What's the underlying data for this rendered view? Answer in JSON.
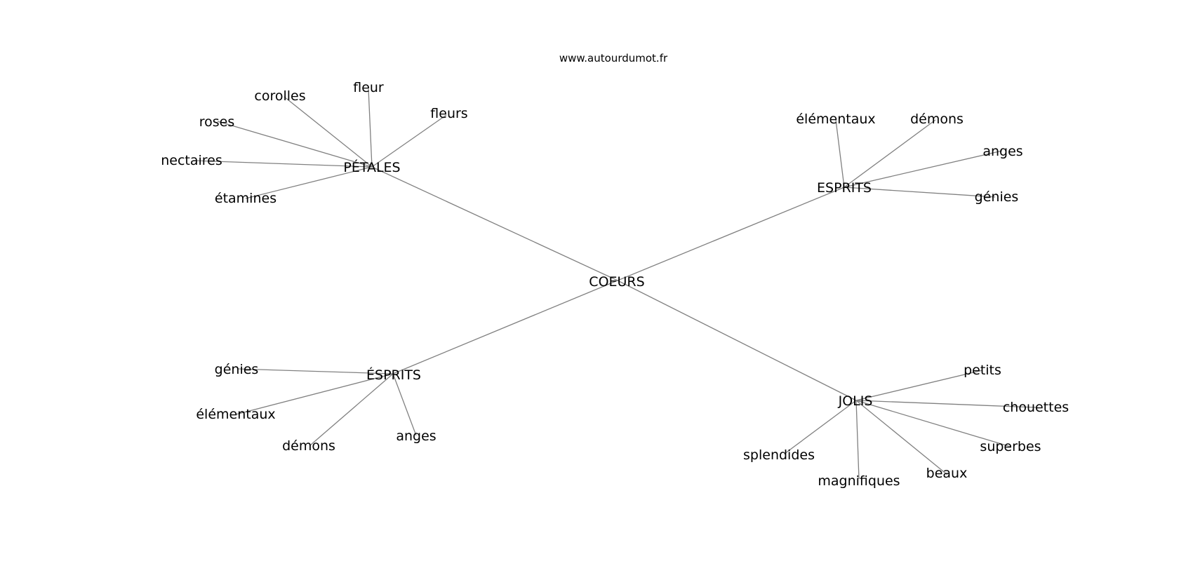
{
  "source": "www.autourdumot.fr",
  "graph": {
    "center": "COEURS",
    "groups": [
      {
        "hub": "PÉTALES",
        "leaves": [
          "corolles",
          "fleur",
          "fleurs",
          "roses",
          "nectaires",
          "étamines"
        ]
      },
      {
        "hub": "ESPRITS",
        "leaves": [
          "élémentaux",
          "démons",
          "anges",
          "génies"
        ]
      },
      {
        "hub": "ÉSPRITS",
        "leaves": [
          "génies",
          "élémentaux",
          "démons",
          "anges"
        ]
      },
      {
        "hub": "JOLIS",
        "leaves": [
          "petits",
          "chouettes",
          "superbes",
          "beaux",
          "magnifiques",
          "splendides"
        ]
      }
    ]
  },
  "colors": {
    "edge": "#808080",
    "text": "#000000",
    "background": "#ffffff"
  }
}
